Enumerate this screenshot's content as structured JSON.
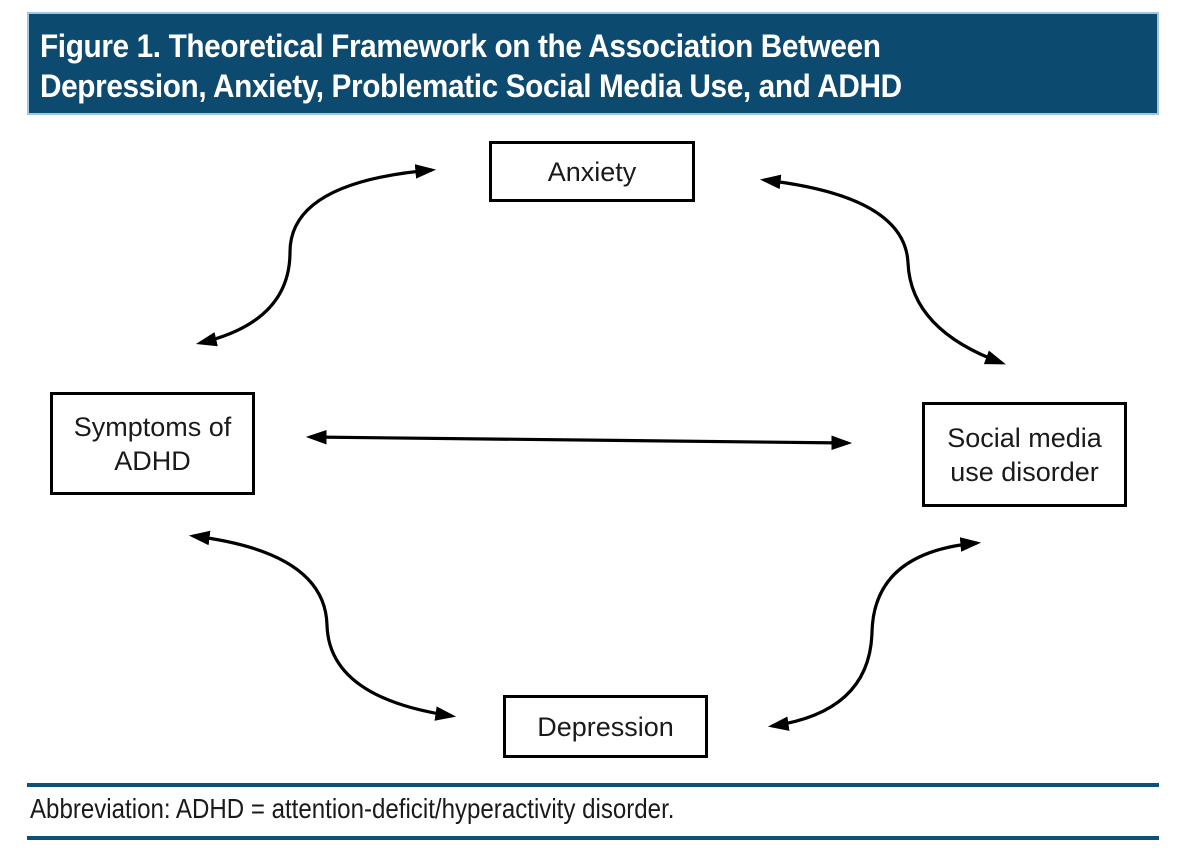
{
  "header": {
    "title": "Figure 1. Theoretical Framework on the Association Between Depression, Anxiety, Problematic Social Media Use, and ADHD",
    "title_lines": [
      "Figure 1. Theoretical Framework on the Association Between",
      "Depression, Anxiety, Problematic Social Media Use, and ADHD"
    ]
  },
  "diagram": {
    "nodes": [
      {
        "id": "anxiety",
        "label": "Anxiety"
      },
      {
        "id": "symptoms-of-adhd",
        "label": "Symptoms of ADHD"
      },
      {
        "id": "social-media-use-disorder",
        "label": "Social media use disorder"
      },
      {
        "id": "depression",
        "label": "Depression"
      }
    ],
    "edges": [
      {
        "from": "symptoms-of-adhd",
        "to": "anxiety",
        "bidirectional": true,
        "shape": "s-curve"
      },
      {
        "from": "anxiety",
        "to": "social-media-use-disorder",
        "bidirectional": true,
        "shape": "s-curve"
      },
      {
        "from": "symptoms-of-adhd",
        "to": "social-media-use-disorder",
        "bidirectional": true,
        "shape": "straight"
      },
      {
        "from": "symptoms-of-adhd",
        "to": "depression",
        "bidirectional": true,
        "shape": "s-curve"
      },
      {
        "from": "depression",
        "to": "social-media-use-disorder",
        "bidirectional": true,
        "shape": "s-curve"
      }
    ]
  },
  "footer": {
    "abbreviation": "Abbreviation: ADHD = attention-deficit/hyperactivity disorder."
  },
  "colors": {
    "header_bg": "#0d4a70",
    "header_border": "#a3c6de",
    "rule": "#0e5078",
    "title_text": "#ffffff",
    "box_border": "#000000",
    "arrow": "#000000",
    "body_text": "#1a1a1a"
  }
}
